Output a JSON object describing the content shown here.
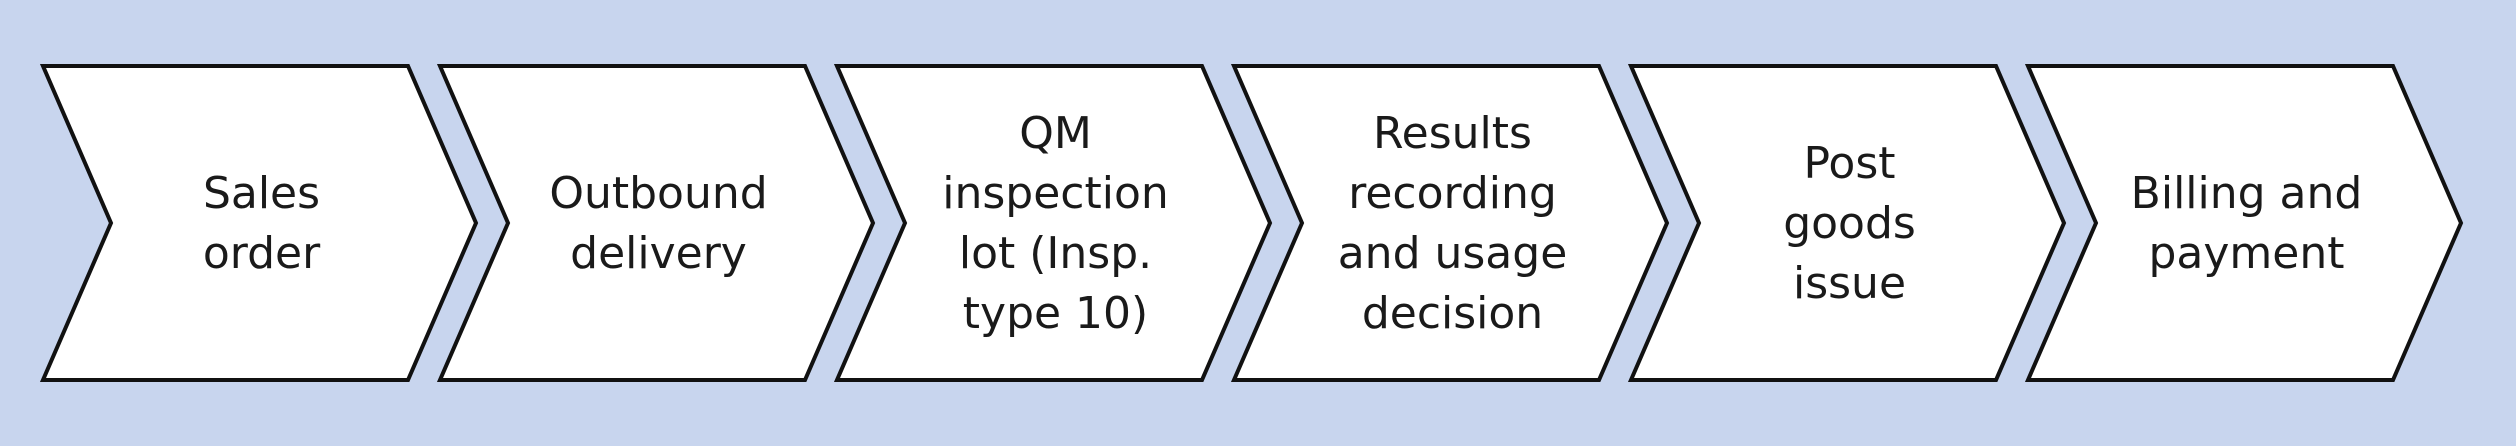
{
  "process_flow": {
    "steps": [
      {
        "lines": [
          "Sales",
          "order"
        ]
      },
      {
        "lines": [
          "Outbound",
          "delivery"
        ]
      },
      {
        "lines": [
          "QM",
          "inspection",
          "lot (Insp.",
          "type 10)"
        ]
      },
      {
        "lines": [
          "Results",
          "recording",
          "and usage",
          "decision"
        ]
      },
      {
        "lines": [
          "Post",
          "goods",
          "issue"
        ]
      },
      {
        "lines": [
          "Billing and",
          "payment"
        ]
      }
    ]
  },
  "colors": {
    "background": "#c8d5ee",
    "chevron_fill": "#ffffff",
    "chevron_stroke": "#111111",
    "text": "#1a1a1a"
  }
}
